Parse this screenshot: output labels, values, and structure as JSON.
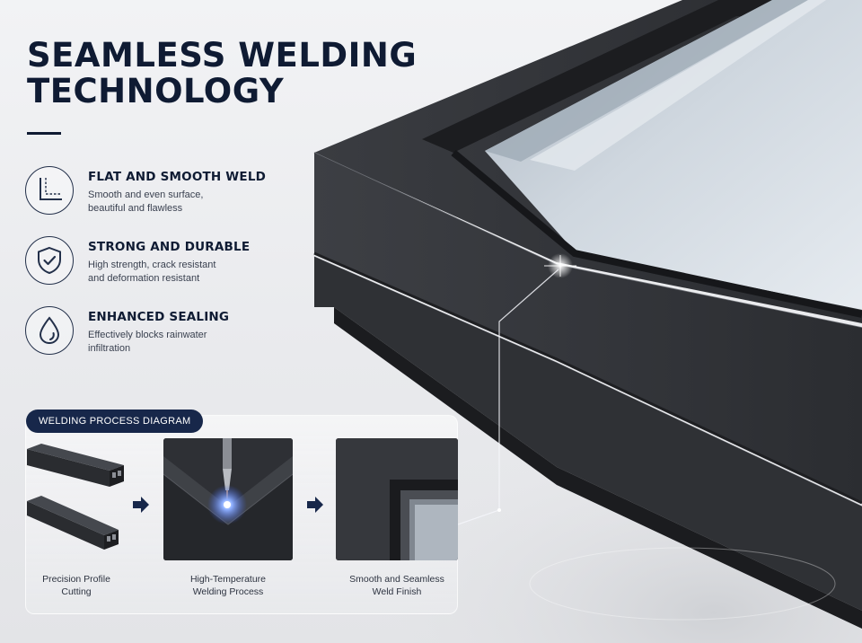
{
  "title": {
    "line1": "SEAMLESS WELDING",
    "line2": "TECHNOLOGY"
  },
  "features": [
    {
      "icon": "corner-joint-icon",
      "title": "FLAT AND SMOOTH WELD",
      "desc_line1": "Smooth and even surface,",
      "desc_line2": "beautiful and flawless"
    },
    {
      "icon": "shield-check-icon",
      "title": "STRONG AND DURABLE",
      "desc_line1": "High strength, crack resistant",
      "desc_line2": "and deformation resistant"
    },
    {
      "icon": "water-drop-icon",
      "title": "ENHANCED SEALING",
      "desc_line1": "Effectively blocks rainwater",
      "desc_line2": "infiltration"
    }
  ],
  "process": {
    "badge": "WELDING PROCESS DIAGRAM",
    "steps": [
      {
        "line1": "Precision Profile",
        "line2": "Cutting"
      },
      {
        "line1": "High-Temperature",
        "line2": "Welding Process"
      },
      {
        "line1": "Smooth and Seamless",
        "line2": "Weld Finish"
      }
    ]
  },
  "colors": {
    "navy": "#0f1b33",
    "badge": "#17274a",
    "frame": "#2c2e33",
    "weld_glow": "#5b8cff"
  }
}
